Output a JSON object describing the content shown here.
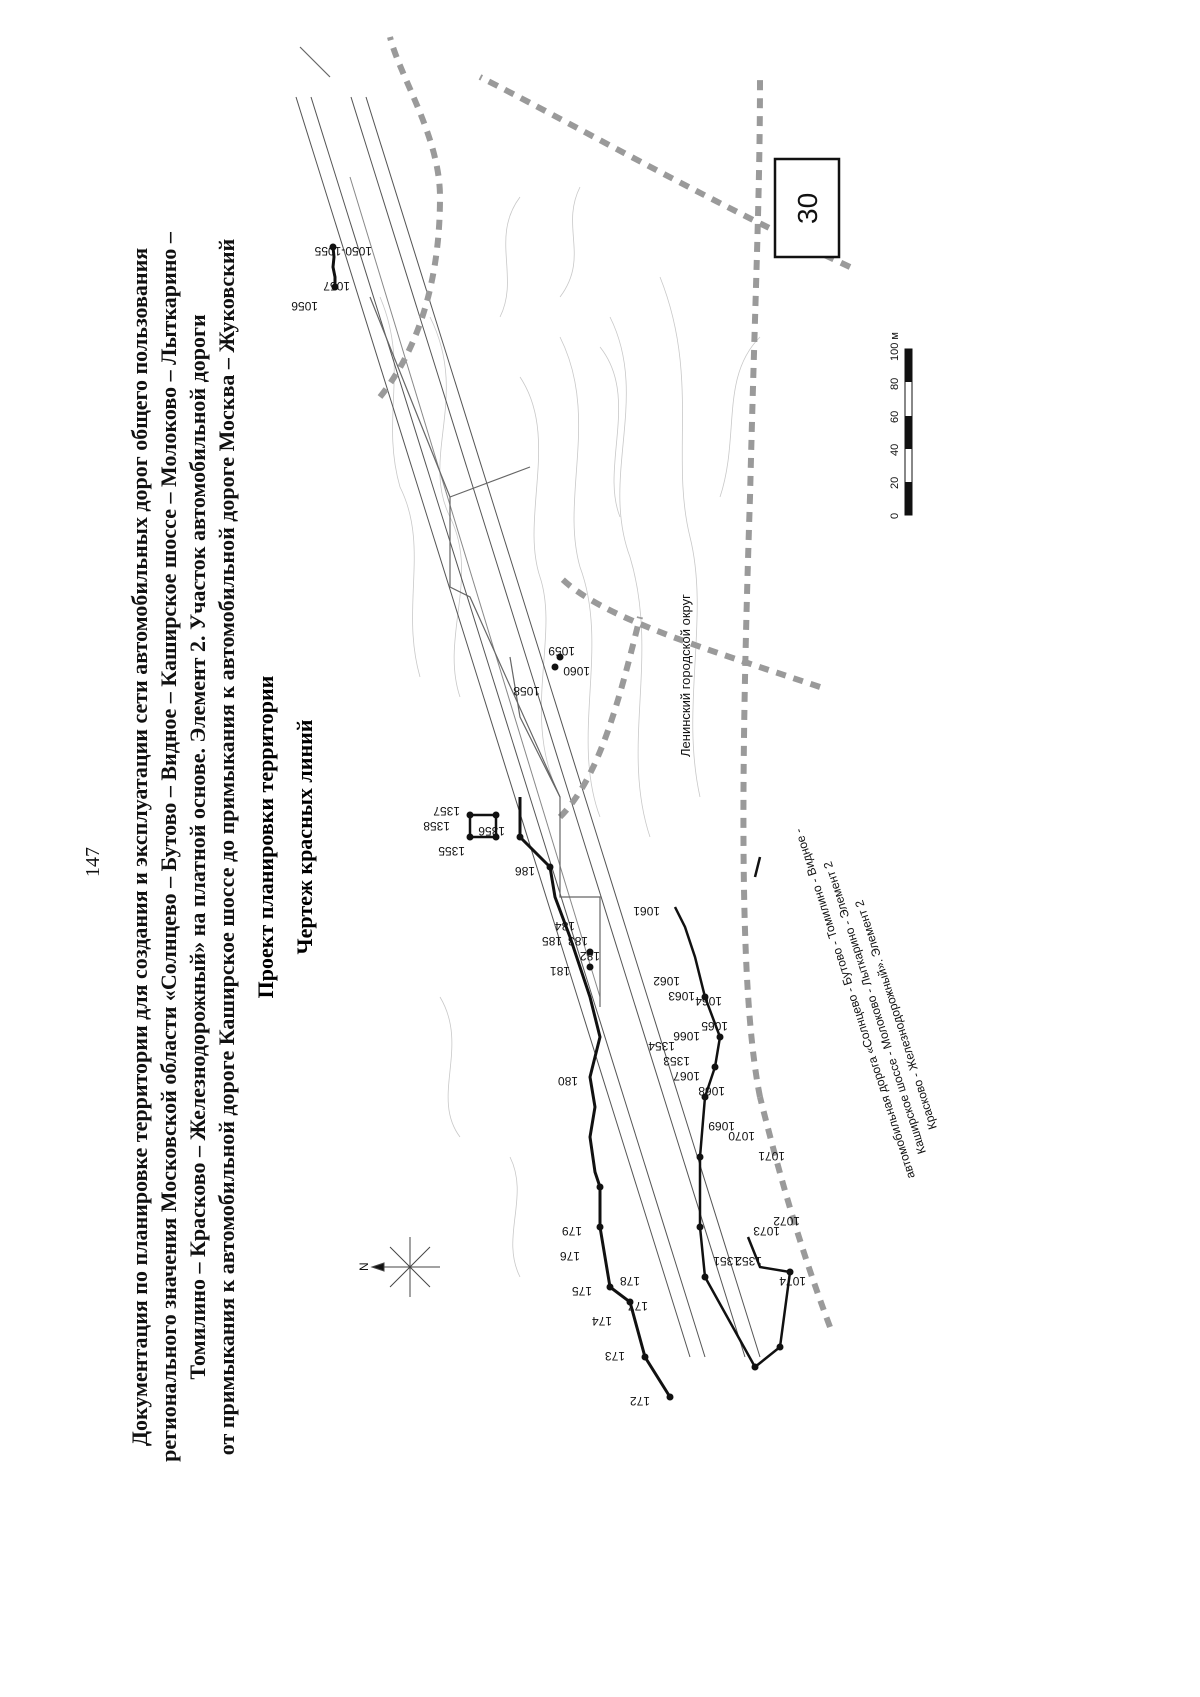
{
  "page_number": "147",
  "title_lines": [
    "Документация по планировке территории для создания и эксплуатации сети автомобильных дорог общего пользования",
    "регионального значения Московской области «Солнцево – Бутово – Видное – Каширское шоссе – Молоково – Лыткарино –",
    "Томилино – Красково – Железнодорожный» на платной основе. Элемент 2. Участок автомобильной дороги",
    "от примыкания к автомобильной дороге Каширское шоссе до примыкания к автомобильной дороге Москва – Жуковский"
  ],
  "subtitle1": "Проект планировки территории",
  "subtitle2": "Чертеж красных линий",
  "map": {
    "north_label": "N",
    "sheet_number": "30",
    "district_label": "Ленинский городской округ",
    "road_label_line1": "автомобильная дорога «Солнцево - Бутово - Томилино - Видное -",
    "road_label_line2": "Каширское шоссе - Молоково - Лыткарино - Элемент 2",
    "road_label_line3": "Красково - Железнодорожный». Элемент 2",
    "scale_labels": [
      "0",
      "20",
      "40",
      "60",
      "80",
      "100 м"
    ],
    "points": [
      {
        "id": "172",
        "label": "172"
      },
      {
        "id": "173",
        "label": "173"
      },
      {
        "id": "174",
        "label": "174"
      },
      {
        "id": "175",
        "label": "175"
      },
      {
        "id": "176",
        "label": "176"
      },
      {
        "id": "177",
        "label": "177"
      },
      {
        "id": "178",
        "label": "178"
      },
      {
        "id": "179",
        "label": "179"
      },
      {
        "id": "180",
        "label": "180"
      },
      {
        "id": "181",
        "label": "181"
      },
      {
        "id": "182",
        "label": "182"
      },
      {
        "id": "183",
        "label": "183"
      },
      {
        "id": "184",
        "label": "184"
      },
      {
        "id": "185",
        "label": "185"
      },
      {
        "id": "186",
        "label": "186"
      },
      {
        "id": "1355",
        "label": "1355"
      },
      {
        "id": "1356",
        "label": "1356"
      },
      {
        "id": "1357",
        "label": "1357"
      },
      {
        "id": "1358",
        "label": "1358"
      },
      {
        "id": "1058",
        "label": "1058"
      },
      {
        "id": "1059",
        "label": "1059"
      },
      {
        "id": "1060",
        "label": "1060"
      },
      {
        "id": "1056",
        "label": "1056"
      },
      {
        "id": "1057",
        "label": "1057"
      },
      {
        "id": "1050-1055",
        "label": "1050-1055"
      },
      {
        "id": "1061",
        "label": "1061"
      },
      {
        "id": "1062",
        "label": "1062"
      },
      {
        "id": "1063",
        "label": "1063"
      },
      {
        "id": "1064",
        "label": "1064"
      },
      {
        "id": "1065",
        "label": "1065"
      },
      {
        "id": "1066",
        "label": "1066"
      },
      {
        "id": "1067",
        "label": "1067"
      },
      {
        "id": "1068",
        "label": "1068"
      },
      {
        "id": "1069",
        "label": "1069"
      },
      {
        "id": "1070",
        "label": "1070"
      },
      {
        "id": "1071",
        "label": "1071"
      },
      {
        "id": "1072",
        "label": "1072"
      },
      {
        "id": "1073",
        "label": "1073"
      },
      {
        "id": "1074",
        "label": "1074"
      },
      {
        "id": "1351",
        "label": "1351"
      },
      {
        "id": "1352",
        "label": "1352"
      },
      {
        "id": "1353",
        "label": "1353"
      },
      {
        "id": "1354",
        "label": "1354"
      }
    ]
  }
}
